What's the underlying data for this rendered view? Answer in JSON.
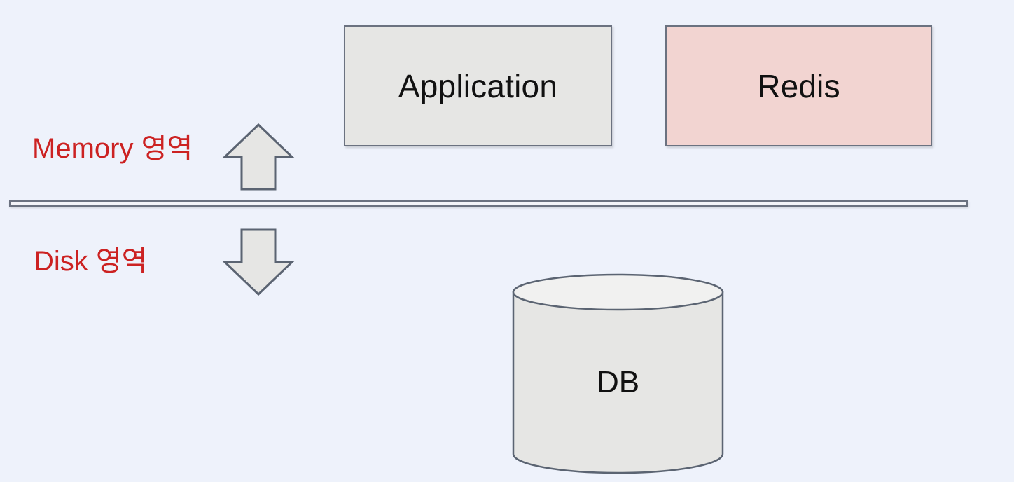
{
  "diagram": {
    "title": "Memory and Disk area architecture diagram",
    "background_color": "#eef2fb",
    "zones": [
      {
        "id": "memory",
        "label": "Memory 영역",
        "color": "#cc2222"
      },
      {
        "id": "disk",
        "label": "Disk 영역",
        "color": "#cc2222"
      }
    ],
    "boxes": [
      {
        "id": "application",
        "label": "Application",
        "fill": "#e6e6e4",
        "stroke": "#6b7280"
      },
      {
        "id": "redis",
        "label": "Redis",
        "fill": "#f2d4d1",
        "stroke": "#6b7280"
      }
    ],
    "cylinder": {
      "id": "db",
      "label": "DB",
      "fill": "#e6e6e4",
      "top_fill": "#f1f1f0",
      "stroke": "#5b6472"
    },
    "arrows": [
      {
        "id": "arrow-up",
        "direction": "up",
        "fill": "#e6e6e4",
        "stroke": "#5b6472"
      },
      {
        "id": "arrow-down",
        "direction": "down",
        "fill": "#e6e6e4",
        "stroke": "#5b6472"
      }
    ],
    "divider": {
      "id": "memory-disk-divider",
      "fill": "#f3f4f8",
      "stroke": "#6b7280"
    }
  }
}
